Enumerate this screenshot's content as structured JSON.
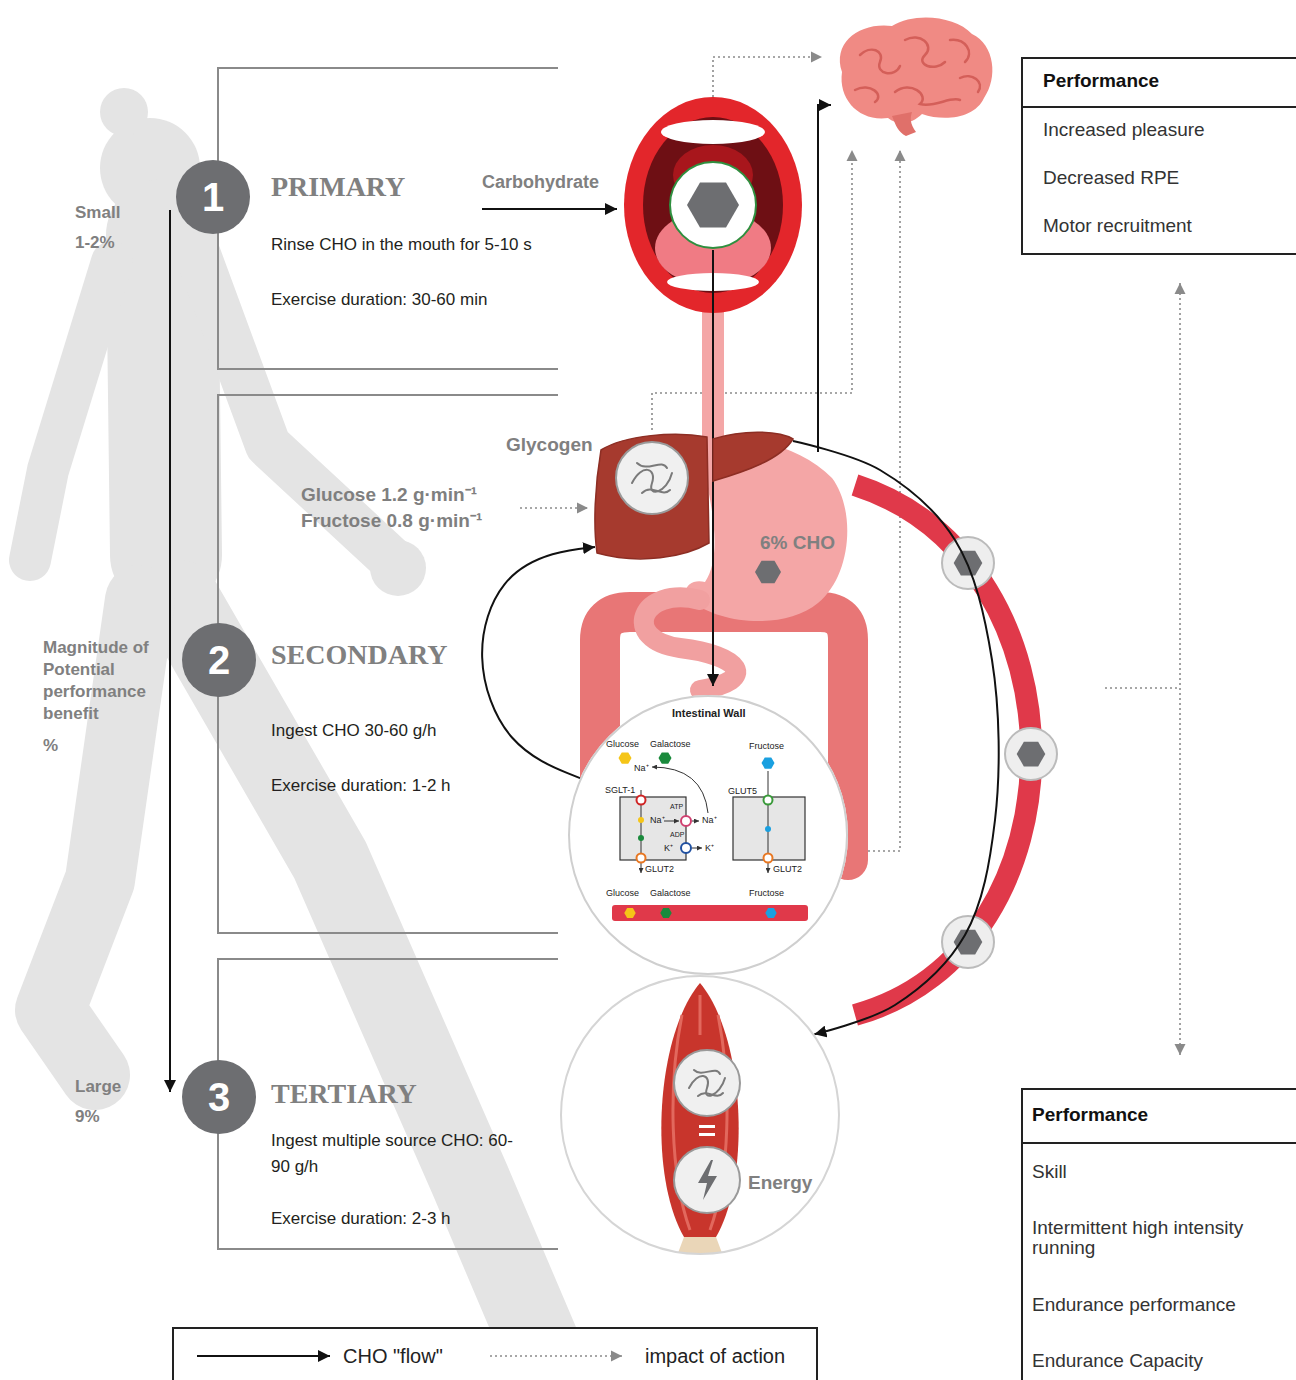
{
  "diagram": {
    "nodes": [
      {
        "text": [
          "Performance",
          "Increased pleasure",
          "Decreased RPE",
          "Motor recruitment"
        ]
      },
      {
        "text": [
          "1"
        ]
      },
      {
        "text": [
          "PRIMARY",
          "Rinse CHO in the mouth for 5-10 s",
          "Exercise duration: 30-60 min"
        ]
      },
      {
        "text": [
          "Glycogen"
        ]
      },
      {
        "text": [
          "2"
        ]
      },
      {
        "text": [
          "SECONDARY",
          "Ingest CHO 30-60 g/h",
          "Exercise duration: 1-2 h"
        ]
      },
      {
        "text": [
          "Intestinal Wall",
          "Glucose",
          "Galactose",
          "Fructose",
          "Na⁺",
          "SGLT-1",
          "GLUT5",
          "ATP",
          "Na⁺",
          "Na⁺",
          "ADP",
          "K⁺",
          "K⁺",
          "GLUT2",
          "GLUT2",
          "Glucose",
          "Galactose",
          "Fructose"
        ]
      },
      {
        "text": [
          "3"
        ]
      },
      {
        "text": [
          "TERTIARY",
          "Ingest multiple source CHO: 60-90 g/h",
          "Exercise duration: 2-3 h"
        ]
      },
      {
        "text": [
          "Energy"
        ]
      },
      {
        "text": [
          "Performance",
          "Skill",
          "Intermittent high intensity running",
          "Endurance performance",
          "Endurance Capacity"
        ]
      }
    ],
    "edges": [
      {
        "from": 6,
        "to": 3,
        "arrow": "to"
      },
      {
        "from": 3,
        "to": 9,
        "arrow": "to"
      },
      {
        "from": 0,
        "to": 10,
        "arrow": "both"
      }
    ],
    "labels": [
      "Carbohydrate",
      "Small",
      "1-2%",
      "Magnitude of Potential performance benefit",
      "%",
      "Large",
      "9%",
      "Glucose 1.2 g·min⁻¹",
      "Fructose 0.8 g·min⁻¹",
      "6% CHO"
    ],
    "legend": [
      {
        "text": "CHO \"flow\""
      },
      {
        "text": "impact of action"
      }
    ]
  }
}
